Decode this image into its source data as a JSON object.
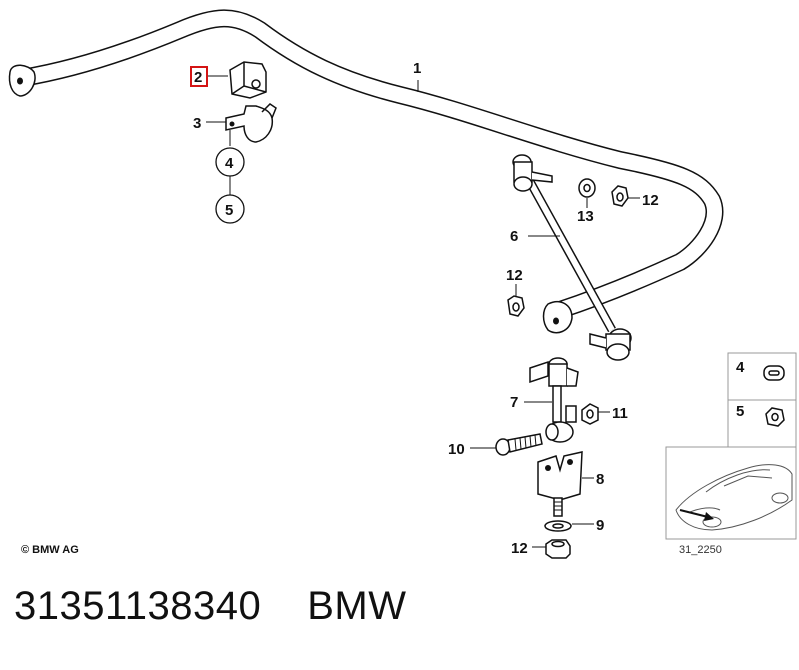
{
  "labels": {
    "l1": "1",
    "l2": "2",
    "l3": "3",
    "l4": "4",
    "l5": "5",
    "l6": "6",
    "l7": "7",
    "l8": "8",
    "l9": "9",
    "l10": "10",
    "l11": "11",
    "l12a": "12",
    "l12b": "12",
    "l12c": "12",
    "l13": "13",
    "legend4": "4",
    "legend5": "5"
  },
  "copyright": "© BMW AG",
  "figure_code": "31_2250",
  "part_number": "31351138340",
  "brand": "BMW",
  "colors": {
    "highlight": "#d41414",
    "line": "#111111"
  }
}
